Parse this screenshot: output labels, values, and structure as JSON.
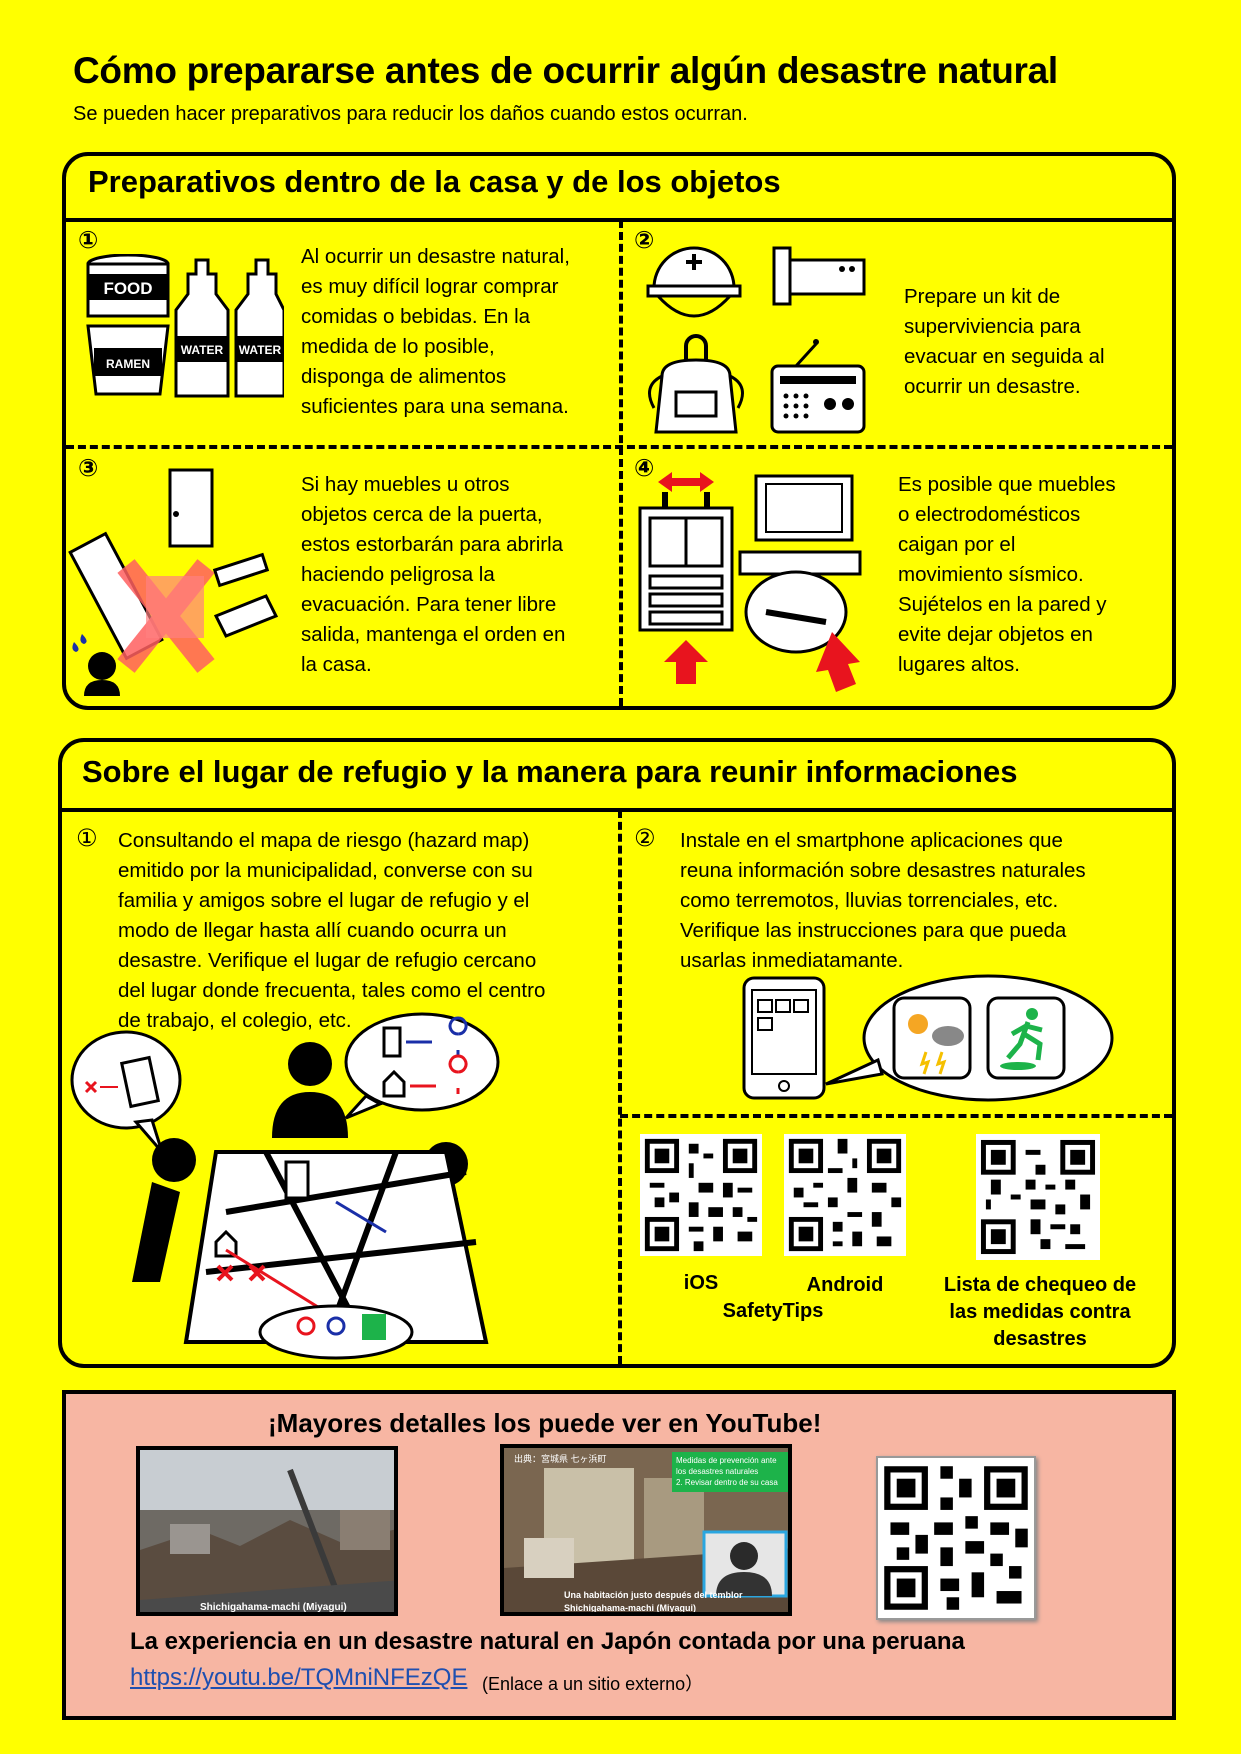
{
  "header": {
    "title": "Cómo prepararse antes de ocurrir algún desastre natural",
    "subtitle": "Se pueden hacer preparativos para reducir los daños cuando estos ocurran."
  },
  "section1": {
    "title": "Preparativos dentro de la casa y de los objetos",
    "items": [
      {
        "num": "①",
        "lines": [
          "Al ocurrir un desastre natural,",
          "es muy difícil lograr  comprar",
          "comidas o bebidas. En la",
          "medida de lo posible,",
          "disponga de alimentos",
          "suficientes para una semana."
        ]
      },
      {
        "num": "②",
        "lines": [
          "Prepare un kit de",
          "superviviencia para",
          "evacuar en seguida al",
          "ocurrir un desastre."
        ]
      },
      {
        "num": "③",
        "lines": [
          "Si hay muebles u otros",
          "objetos cerca de la puerta,",
          "estos estorbarán para abrirla",
          "haciendo peligrosa la",
          "evacuación. Para tener libre",
          "salida, mantenga el orden en",
          "la casa."
        ]
      },
      {
        "num": "④",
        "lines": [
          "Es posible que muebles",
          "o electrodomésticos",
          "caigan por el",
          "movimiento sísmico.",
          "Sujételos en la pared y",
          "evite dejar objetos en",
          "lugares altos."
        ]
      }
    ],
    "icon_labels": {
      "food": "FOOD",
      "water": "WATER",
      "ramen": "RAMEN"
    }
  },
  "section2": {
    "title": "Sobre el lugar de refugio y la manera para reunir informaciones",
    "items": [
      {
        "num": "①",
        "lines": [
          "Consultando el mapa de riesgo (hazard map)",
          "emitido por la municipalidad, converse con su",
          "familia y amigos sobre el lugar de refugio y el",
          "modo de llegar hasta allí cuando ocurra un",
          "desastre. Verifique el lugar de refugio cercano",
          "del lugar donde frecuenta, tales como el centro",
          "de trabajo, el colegio, etc."
        ]
      },
      {
        "num": "②",
        "lines": [
          "Instale en el smartphone aplicaciones que",
          "reuna información sobre desastres naturales",
          "como terremotos, lluvias torrenciales, etc.",
          "Verifique las instrucciones para que pueda",
          "usarlas inmediatamante."
        ]
      }
    ],
    "qr_labels": {
      "ios": "iOS",
      "android": "Android",
      "app_name": "SafetyTips",
      "checklist": [
        "Lista de chequeo de",
        "las medidas contra",
        "desastres"
      ]
    }
  },
  "youtube": {
    "heading": "¡Mayores detalles los puede ver en YouTube!",
    "photo1_caption": "Shichigahama-machi (Miyagui)",
    "photo2_top": "出典：宮城県 七ヶ浜町",
    "photo2_overlay": [
      "Medidas de prevención ante",
      "los desastres naturales",
      "2. Revisar dentro de su casa"
    ],
    "photo2_caption": [
      "Una habitación justo después del temblor",
      "Shichigahama-machi (Miyagui)"
    ],
    "description": "La experiencia en un desastre natural en Japón contada por una peruana",
    "link": "https://youtu.be/TQMniNFEzQE",
    "link_note": "(Enlace a un sitio externo）"
  },
  "colors": {
    "background": "#ffff00",
    "youtube_bg": "#f7b6a3",
    "link": "#1f4fb0",
    "red": "#e8141e",
    "blue": "#1a2fa8",
    "green": "#1db34a"
  }
}
